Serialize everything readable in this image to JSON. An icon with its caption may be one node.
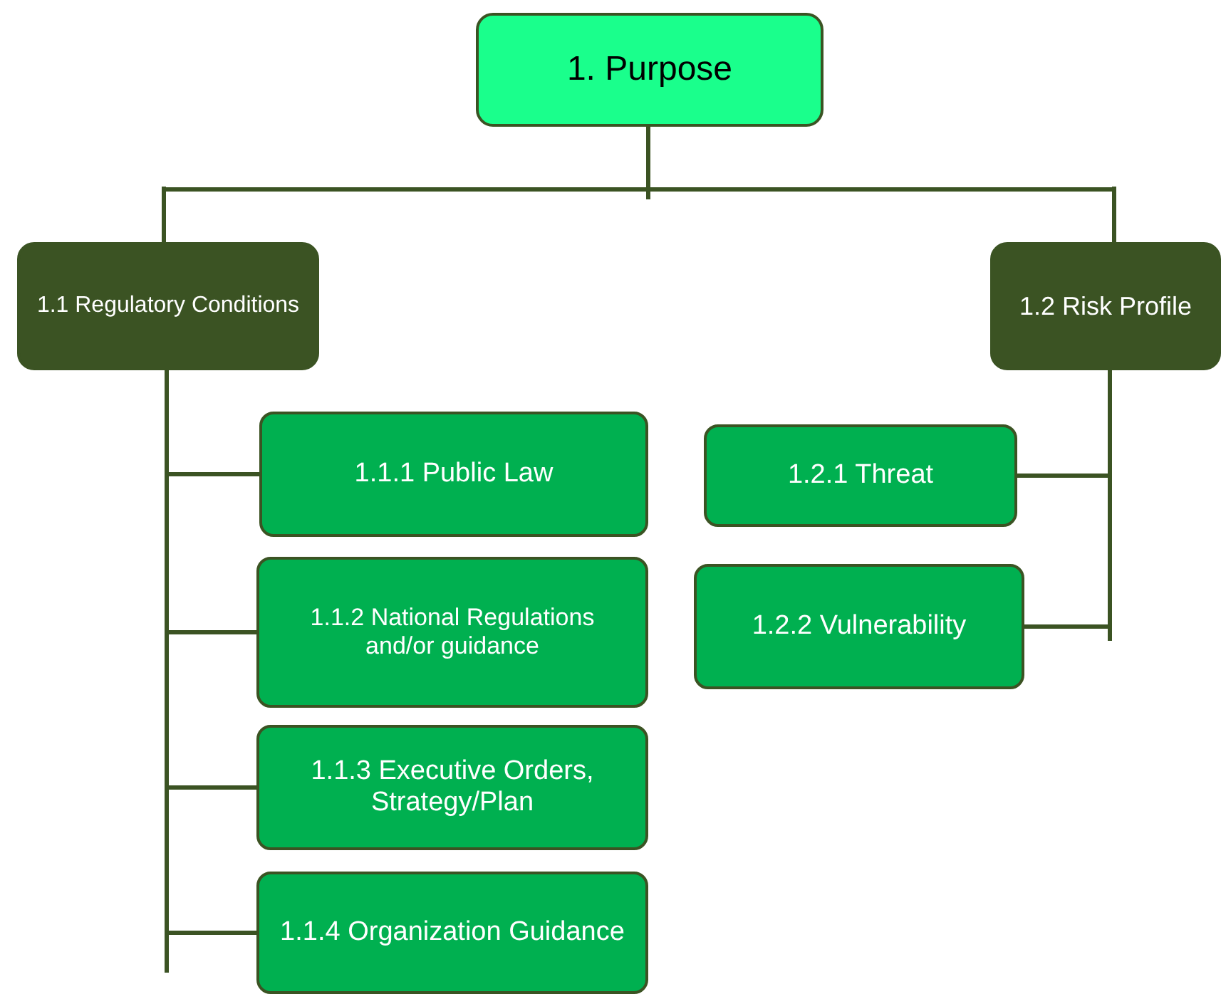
{
  "diagram": {
    "nodes": [
      {
        "text": [
          "1. Purpose"
        ]
      },
      {
        "text": [
          "1.1 Regulatory Conditions"
        ]
      },
      {
        "text": [
          "1.2 Risk Profile"
        ]
      },
      {
        "text": [
          "1.1.1 Public Law"
        ]
      },
      {
        "text": [
          "1.1.2 National Regulations and/or guidance"
        ]
      },
      {
        "text": [
          "1.1.3 Executive Orders, Strategy/Plan"
        ]
      },
      {
        "text": [
          "1.1.4 Organization Guidance"
        ]
      },
      {
        "text": [
          "1.2.1 Threat"
        ]
      },
      {
        "text": [
          "1.2.2 Vulnerability"
        ]
      }
    ],
    "edges": [
      {
        "from": 0,
        "to": 1,
        "arrow": "none"
      },
      {
        "from": 0,
        "to": 2,
        "arrow": "none"
      },
      {
        "from": 1,
        "to": 3,
        "arrow": "none"
      },
      {
        "from": 1,
        "to": 4,
        "arrow": "none"
      },
      {
        "from": 1,
        "to": 5,
        "arrow": "none"
      },
      {
        "from": 1,
        "to": 6,
        "arrow": "none"
      },
      {
        "from": 2,
        "to": 7,
        "arrow": "none"
      },
      {
        "from": 2,
        "to": 8,
        "arrow": "none"
      }
    ]
  }
}
